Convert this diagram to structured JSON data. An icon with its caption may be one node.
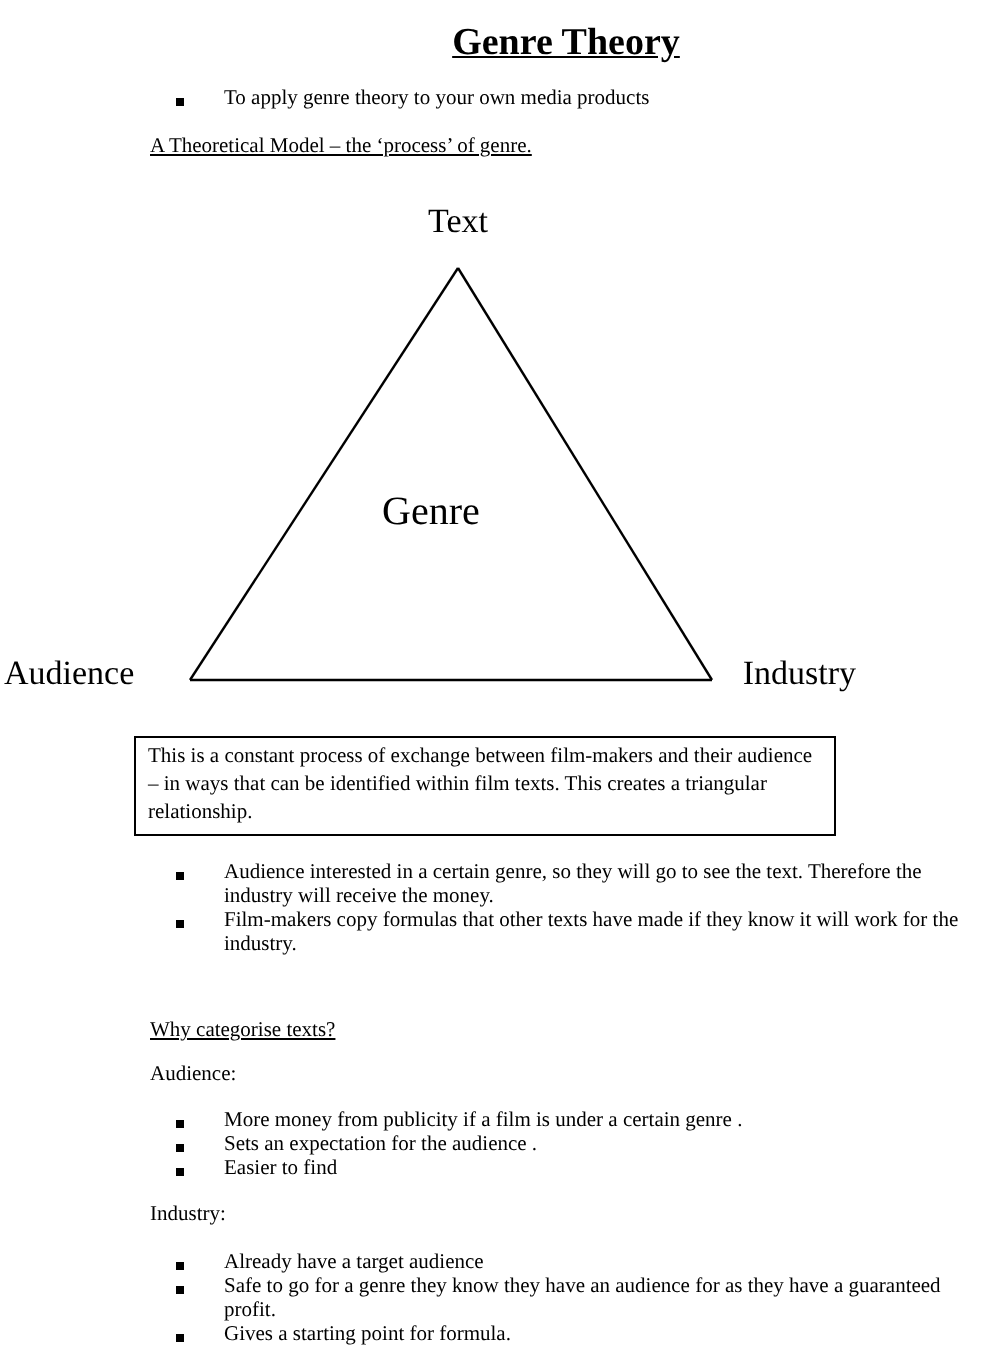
{
  "diagram": {
    "title": "Genre Theory",
    "nodes": [
      {
        "text": [
          "Text"
        ]
      },
      {
        "text": [
          "Audience"
        ]
      },
      {
        "text": [
          "Industry"
        ]
      },
      {
        "text": [
          "This is a constant process of exchange between film-makers and their audience – in ways that can be identified within film texts. This creates a triangular relationship."
        ]
      }
    ],
    "edges": [
      {
        "from": 0,
        "to": 1,
        "arrow": "none"
      },
      {
        "from": 1,
        "to": 2,
        "arrow": "none"
      },
      {
        "from": 2,
        "to": 0,
        "arrow": "none"
      }
    ],
    "labels": [
      "To apply genre theory to your own media products",
      "A Theoretical Model – the ‘process’ of genre.",
      "Genre",
      "Audience interested in a certain genre, so they will go to see the text. Therefore the industry will receive the money.",
      "Film-makers copy formulas that other texts have made if they know it will work for the industry.",
      "Why categorise texts?",
      "Audience:",
      "More money from publicity if a film is under a certain genre .",
      "Sets an expectation for the audience .",
      "Easier to find",
      "Industry:",
      "Already have a target audience",
      "Safe to go for a genre they know they have an audience for as they have a guaranteed profit.",
      "Gives a starting point for formula."
    ]
  }
}
